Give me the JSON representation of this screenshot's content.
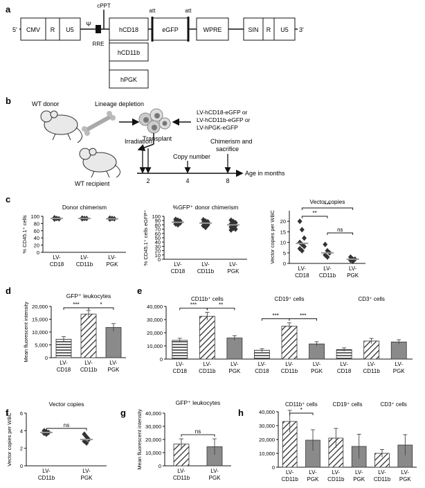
{
  "panels": {
    "a": {
      "label": "a",
      "five_prime": "5'",
      "three_prime": "3'",
      "elements": [
        "CMV",
        "R",
        "U5",
        "Ψ",
        "cPPT",
        "RRE",
        "hCD18",
        "att",
        "eGFP",
        "att",
        "WPRE",
        "SIN",
        "R",
        "U5"
      ],
      "alt_promoters": [
        "hCD11b",
        "hPGK"
      ]
    },
    "b": {
      "label": "b",
      "donor": "WT donor",
      "depletion": "Lineage depletion",
      "constructs": [
        "LV-hCD18-eGFP or",
        "LV-hCD11b-eGFP or",
        "LV-hPGK-eGFP"
      ],
      "transplant": "Transplant",
      "recipient": "WT recipient",
      "irradiation": "Irradiation",
      "copy_number": "Copy number",
      "chimerism": [
        "Chimerism and",
        "sacrifice"
      ],
      "axis_label": "Age in months",
      "ticks": [
        "2",
        "4",
        "8"
      ]
    },
    "c": {
      "label": "c"
    },
    "d": {
      "label": "d"
    },
    "e": {
      "label": "e"
    },
    "f": {
      "label": "f"
    },
    "g": {
      "label": "g"
    },
    "h": {
      "label": "h"
    }
  },
  "chart_data": [
    {
      "id": "c1",
      "type": "scatter",
      "title": "Donor chimerism",
      "ylabel": "% CD45.1⁺ cells",
      "ylim": [
        0,
        100
      ],
      "yticks": [
        0,
        20,
        40,
        60,
        80,
        100
      ],
      "categories": [
        [
          "LV-",
          "CD18"
        ],
        [
          "LV-",
          "CD11b"
        ],
        [
          "LV-",
          "PGK"
        ]
      ],
      "points": [
        [
          96,
          94,
          93,
          92
        ],
        [
          95,
          94,
          94,
          93
        ],
        [
          95,
          94,
          93,
          92
        ]
      ],
      "means": [
        94,
        94,
        93
      ]
    },
    {
      "id": "c2",
      "type": "scatter",
      "title": "%GFP⁺ donor chimerism",
      "ylabel": "% CD45.1⁺ cells eGFP⁺",
      "ylim": [
        0,
        100
      ],
      "yticks": [
        0,
        10,
        20,
        30,
        40,
        50,
        60,
        70,
        80,
        90,
        100
      ],
      "categories": [
        [
          "LV-",
          "CD18"
        ],
        [
          "LV-",
          "CD11b"
        ],
        [
          "LV-",
          "PGK"
        ]
      ],
      "points": [
        [
          93,
          91,
          89,
          88,
          86,
          84,
          82,
          80
        ],
        [
          92,
          89,
          87,
          85,
          83,
          80,
          78,
          74
        ],
        [
          91,
          88,
          85,
          82,
          80,
          78,
          75,
          72,
          70,
          68
        ]
      ],
      "means": [
        86,
        84,
        80
      ]
    },
    {
      "id": "c3",
      "type": "scatter",
      "title": "Vector copies",
      "ylabel": "Vector copies per WBC",
      "ylim": [
        0,
        25
      ],
      "yticks": [
        0,
        5,
        10,
        15,
        20
      ],
      "categories": [
        [
          "LV-",
          "CD18"
        ],
        [
          "LV-",
          "CD11b"
        ],
        [
          "LV-",
          "PGK"
        ]
      ],
      "points": [
        [
          20,
          16,
          12,
          10,
          9,
          8,
          7,
          6
        ],
        [
          9,
          6,
          5,
          4,
          3
        ],
        [
          3,
          2,
          2,
          1.5,
          1
        ]
      ],
      "means": [
        9.5,
        5,
        2
      ],
      "sig": [
        {
          "from": 0,
          "to": 2,
          "label": "***"
        },
        {
          "from": 0,
          "to": 1,
          "label": "**"
        },
        {
          "from": 1,
          "to": 2,
          "label": "ns"
        }
      ]
    },
    {
      "id": "d",
      "type": "bar",
      "title": "GFP⁺ leukocytes",
      "ylabel": "Mean fluorescent intensity",
      "ylim": [
        0,
        20000
      ],
      "yticks": [
        0,
        5000,
        10000,
        15000,
        20000
      ],
      "ytick_labels": [
        "0",
        "5,000",
        "10,000",
        "15,000",
        "20,000"
      ],
      "categories": [
        [
          "LV-",
          "CD18"
        ],
        [
          "LV-",
          "CD11b"
        ],
        [
          "LV-",
          "PGK"
        ]
      ],
      "values": [
        7200,
        17000,
        11800
      ],
      "errors": [
        1000,
        1400,
        1500
      ],
      "patterns": [
        "h",
        "d",
        "g"
      ],
      "sig": [
        {
          "from": 0,
          "to": 1,
          "label": "***"
        },
        {
          "from": 1,
          "to": 2,
          "label": "*"
        }
      ]
    },
    {
      "id": "e",
      "type": "bar",
      "ylim": [
        0,
        40000
      ],
      "yticks": [
        0,
        10000,
        20000,
        30000,
        40000
      ],
      "ytick_labels": [
        "0",
        "10,000",
        "20,000",
        "30,000",
        "40,000"
      ],
      "groups": [
        {
          "title": "CD11b⁺ cells",
          "values": [
            14200,
            32500,
            16000
          ],
          "errors": [
            1600,
            3000,
            1800
          ],
          "sig": [
            {
              "from": 0,
              "to": 1,
              "label": "***"
            },
            {
              "from": 1,
              "to": 2,
              "label": "**"
            }
          ]
        },
        {
          "title": "CD19⁺ cells",
          "values": [
            6700,
            25000,
            11500
          ],
          "errors": [
            1200,
            2500,
            1700
          ],
          "sig": [
            {
              "from": 0,
              "to": 1,
              "label": "***"
            },
            {
              "from": 1,
              "to": 2,
              "label": "***"
            }
          ]
        },
        {
          "title": "CD3⁺ cells",
          "values": [
            7200,
            13700,
            13000
          ],
          "errors": [
            1300,
            2000,
            1700
          ],
          "sig": []
        }
      ],
      "categories": [
        [
          "LV-",
          "CD18"
        ],
        [
          "LV-",
          "CD11b"
        ],
        [
          "LV-",
          "PGK"
        ]
      ],
      "patterns": [
        "h",
        "d",
        "g"
      ]
    },
    {
      "id": "f",
      "type": "scatter",
      "title": "Vector copies",
      "ylabel": "Vector copies per WBC",
      "ylim": [
        0,
        6
      ],
      "yticks": [
        0,
        2,
        4,
        6
      ],
      "categories": [
        [
          "LV-",
          "CD11b"
        ],
        [
          "LV-",
          "PGK"
        ]
      ],
      "points": [
        [
          4.0,
          3.9,
          3.8,
          3.7,
          3.6
        ],
        [
          3.6,
          3.3,
          3.0,
          2.8,
          2.6
        ]
      ],
      "means": [
        3.8,
        3.0
      ],
      "sig": [
        {
          "from": 0,
          "to": 1,
          "label": "ns"
        }
      ]
    },
    {
      "id": "g",
      "type": "bar",
      "title": "GFP⁺ leukocytes",
      "ylabel": "Mean fluorescent intensity",
      "ylim": [
        0,
        40000
      ],
      "yticks": [
        0,
        10000,
        20000,
        30000,
        40000
      ],
      "ytick_labels": [
        "0",
        "10,000",
        "20,000",
        "30,000",
        "40,000"
      ],
      "categories": [
        [
          "LV-",
          "CD11b"
        ],
        [
          "LV-",
          "PGK"
        ]
      ],
      "values": [
        16500,
        14500
      ],
      "errors": [
        4000,
        6000
      ],
      "patterns": [
        "d",
        "g"
      ],
      "sig": [
        {
          "from": 0,
          "to": 1,
          "label": "ns"
        }
      ]
    },
    {
      "id": "h",
      "type": "bar",
      "ylim": [
        0,
        40000
      ],
      "yticks": [
        0,
        10000,
        20000,
        30000,
        40000
      ],
      "ytick_labels": [
        "0",
        "10,000",
        "20,000",
        "30,000",
        "40,000"
      ],
      "groups": [
        {
          "title": "CD11b⁺ cells",
          "values": [
            33000,
            19500
          ],
          "errors": [
            8000,
            7500
          ],
          "sig": [
            {
              "from": 0,
              "to": 1,
              "label": "*"
            }
          ]
        },
        {
          "title": "CD19⁺ cells",
          "values": [
            21000,
            15000
          ],
          "errors": [
            7000,
            8800
          ],
          "sig": []
        },
        {
          "title": "CD3⁺ cells",
          "values": [
            10000,
            16000
          ],
          "errors": [
            2800,
            7500
          ],
          "sig": []
        }
      ],
      "categories": [
        [
          "LV-",
          "CD11b"
        ],
        [
          "LV-",
          "PGK"
        ]
      ],
      "patterns": [
        "d",
        "g"
      ]
    }
  ]
}
